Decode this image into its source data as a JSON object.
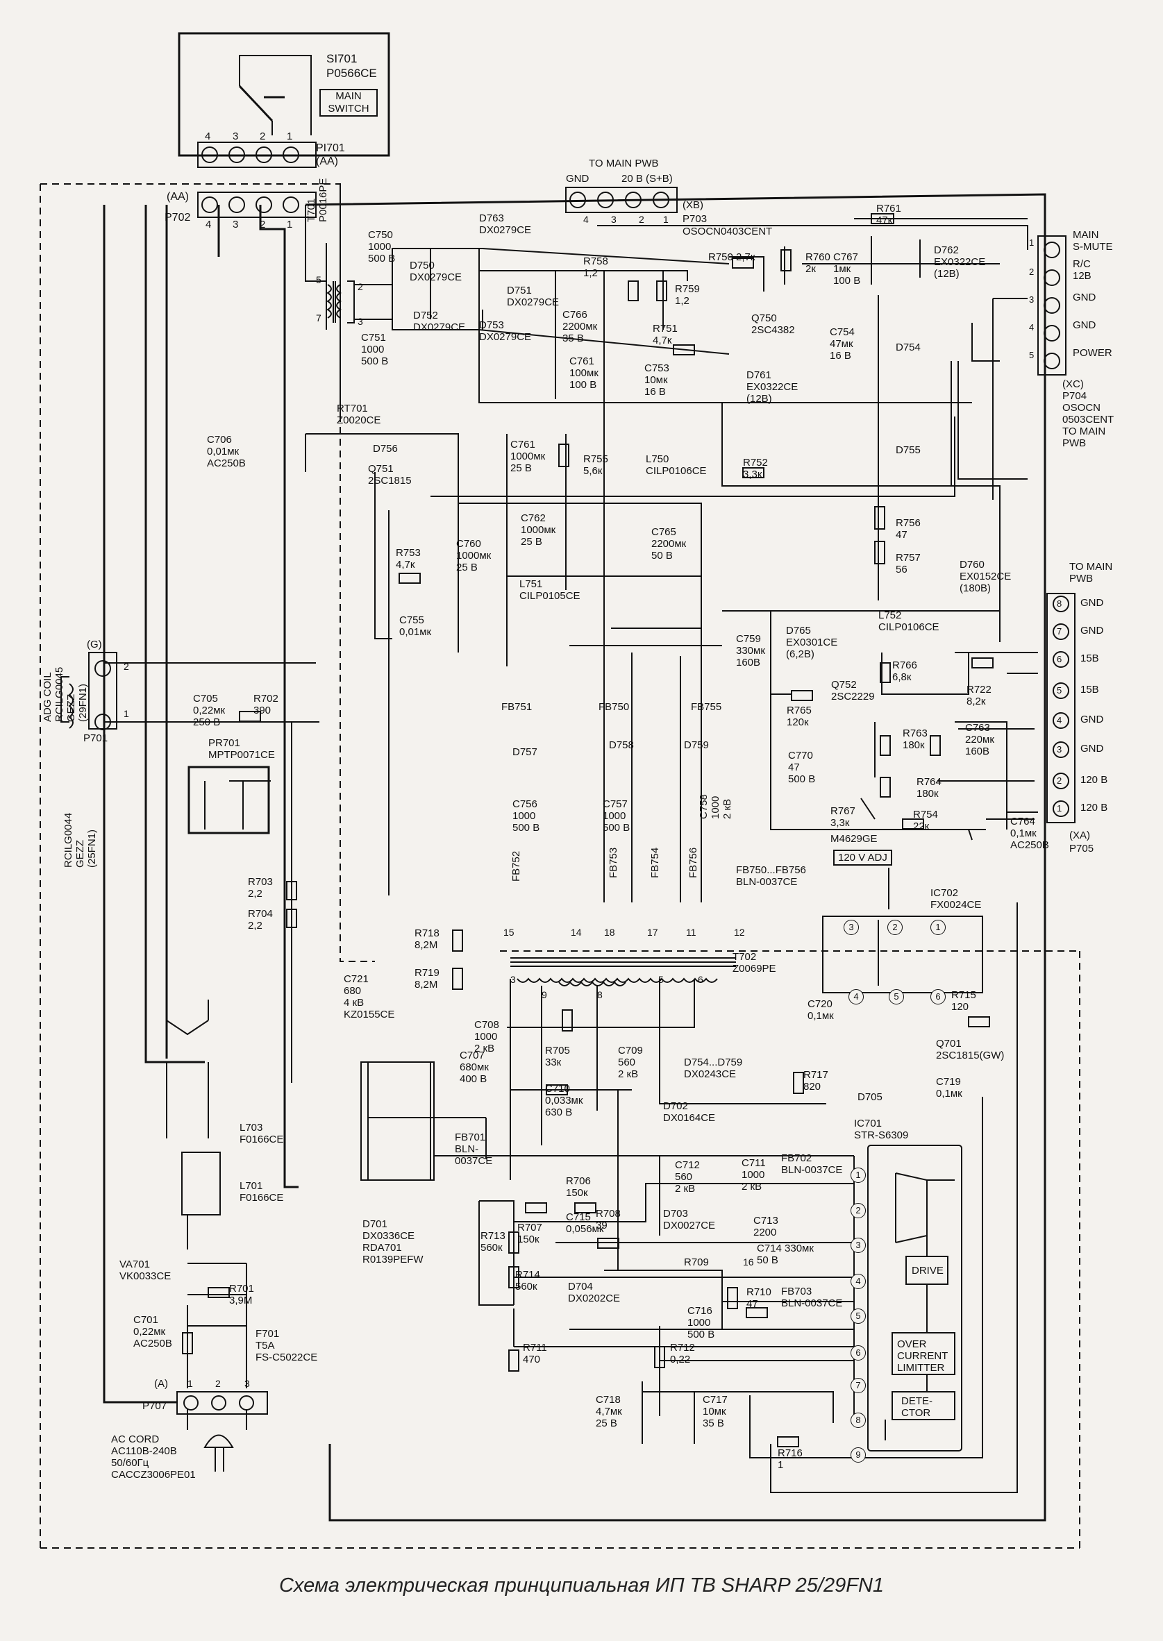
{
  "caption": "Схема электрическая принципиальная ИП ТВ SHARP 25/29FN1",
  "switch": {
    "ref": "SI701",
    "part": "P0566CE",
    "label1": "MAIN",
    "label2": "SWITCH"
  },
  "connectors": {
    "pi701": {
      "ref": "PI701",
      "tag": "(AA)",
      "pins": [
        "4",
        "3",
        "2",
        "1"
      ]
    },
    "p702": {
      "ref": "P702",
      "tag": "(AA)",
      "pins": [
        "4",
        "3",
        "2",
        "1"
      ]
    },
    "p703": {
      "title": "TO MAIN PWB",
      "gnd": "GND",
      "v20": "20 B (S+B)",
      "tag": "(XB)",
      "ref": "P703",
      "part": "OSOCN0403CENT",
      "pins": [
        "4",
        "3",
        "2",
        "1"
      ]
    },
    "p704": {
      "tag": "(XC)",
      "ref": "P704",
      "part1": "OSOCN",
      "part2": "0503CENT",
      "to1": "TO MAIN",
      "to2": "PWB",
      "pins": [
        {
          "n": "1",
          "l1": "MAIN",
          "l2": "S-MUTE"
        },
        {
          "n": "2",
          "l1": "R/C",
          "l2": "12B"
        },
        {
          "n": "3",
          "l1": "GND",
          "l2": ""
        },
        {
          "n": "4",
          "l1": "GND",
          "l2": ""
        },
        {
          "n": "5",
          "l1": "POWER",
          "l2": ""
        }
      ]
    },
    "p705": {
      "title1": "TO MAIN",
      "title2": "PWB",
      "tag": "(XA)",
      "ref": "P705",
      "pins": [
        {
          "n": "8",
          "l": "GND"
        },
        {
          "n": "7",
          "l": "GND"
        },
        {
          "n": "6",
          "l": "15B"
        },
        {
          "n": "5",
          "l": "15B"
        },
        {
          "n": "4",
          "l": "GND"
        },
        {
          "n": "3",
          "l": "GND"
        },
        {
          "n": "2",
          "l": "120 B"
        },
        {
          "n": "1",
          "l": "120 B"
        }
      ]
    },
    "p701": {
      "ref": "P701",
      "tag": "(G)",
      "pins": [
        "2",
        "1"
      ]
    },
    "p707": {
      "ref": "P707",
      "tag": "(A)",
      "pins": [
        "1",
        "2",
        "3"
      ]
    }
  },
  "components": [
    {
      "id": "t701",
      "lines": [
        "T701",
        "P0016PE"
      ],
      "rot": true
    },
    {
      "id": "c750",
      "lines": [
        "C750",
        "1000",
        "500 B"
      ]
    },
    {
      "id": "d750",
      "lines": [
        "D750",
        "DX0279CE"
      ]
    },
    {
      "id": "d763",
      "lines": [
        "D763",
        "DX0279CE"
      ]
    },
    {
      "id": "d751",
      "lines": [
        "D751",
        "DX0279CE"
      ]
    },
    {
      "id": "d752",
      "lines": [
        "D752",
        "DX0279CE"
      ]
    },
    {
      "id": "d753",
      "lines": [
        "D753",
        "DX0279CE"
      ]
    },
    {
      "id": "c751",
      "lines": [
        "C751",
        "1000",
        "500 B"
      ]
    },
    {
      "id": "r758",
      "lines": [
        "R758",
        "1,2"
      ]
    },
    {
      "id": "r759",
      "lines": [
        "R759",
        "1,2"
      ]
    },
    {
      "id": "c766",
      "lines": [
        "C766",
        "2200мк",
        "35 B"
      ]
    },
    {
      "id": "c761a",
      "lines": [
        "C761",
        "100мк",
        "100 B"
      ]
    },
    {
      "id": "r750",
      "lines": [
        "R750  2,7к"
      ]
    },
    {
      "id": "r760",
      "lines": [
        "R760",
        "2к"
      ]
    },
    {
      "id": "c767",
      "lines": [
        "C767",
        "1мк",
        "100 B"
      ]
    },
    {
      "id": "r761",
      "lines": [
        "R761",
        "47к"
      ]
    },
    {
      "id": "d762",
      "lines": [
        "D762",
        "EX0322CE",
        "(12B)"
      ]
    },
    {
      "id": "q750",
      "lines": [
        "Q750",
        "2SC4382"
      ]
    },
    {
      "id": "r751",
      "lines": [
        "R751",
        "4,7к"
      ]
    },
    {
      "id": "c753",
      "lines": [
        "C753",
        "10мк",
        "16 B"
      ]
    },
    {
      "id": "d761",
      "lines": [
        "D761",
        "EX0322CE",
        "(12B)"
      ]
    },
    {
      "id": "c754",
      "lines": [
        "C754",
        "47мк",
        "16 B"
      ]
    },
    {
      "id": "d754",
      "lines": [
        "D754"
      ]
    },
    {
      "id": "rt701",
      "lines": [
        "RT701",
        "Z0020CE"
      ]
    },
    {
      "id": "c706",
      "lines": [
        "C706",
        "0,01мк",
        "AC250B"
      ]
    },
    {
      "id": "d756",
      "lines": [
        "D756"
      ]
    },
    {
      "id": "q751",
      "lines": [
        "Q751",
        "2SC1815"
      ]
    },
    {
      "id": "c761b",
      "lines": [
        "C761",
        "1000мк",
        "25 B"
      ]
    },
    {
      "id": "r755",
      "lines": [
        "R755",
        "5,6к"
      ]
    },
    {
      "id": "l750",
      "lines": [
        "L750",
        "CILP0106CE"
      ]
    },
    {
      "id": "r752",
      "lines": [
        "R752",
        "3,3к"
      ]
    },
    {
      "id": "d755",
      "lines": [
        "D755"
      ]
    },
    {
      "id": "r753",
      "lines": [
        "R753",
        "4,7к"
      ]
    },
    {
      "id": "c760",
      "lines": [
        "C760",
        "1000мк",
        "25 B"
      ]
    },
    {
      "id": "c762",
      "lines": [
        "C762",
        "1000мк",
        "25 B"
      ]
    },
    {
      "id": "c765",
      "lines": [
        "C765",
        "2200мк",
        "50 B"
      ]
    },
    {
      "id": "r756",
      "lines": [
        "R756",
        "47"
      ]
    },
    {
      "id": "r757",
      "lines": [
        "R757",
        "56"
      ]
    },
    {
      "id": "c755",
      "lines": [
        "C755",
        "0,01мк"
      ]
    },
    {
      "id": "l751",
      "lines": [
        "L751",
        "CILP0105CE"
      ]
    },
    {
      "id": "d760",
      "lines": [
        "D760",
        "EX0152CE",
        "(180B)"
      ]
    },
    {
      "id": "l752",
      "lines": [
        "L752",
        "CILP0106CE"
      ]
    },
    {
      "id": "c759",
      "lines": [
        "C759",
        "330мк",
        "160B"
      ]
    },
    {
      "id": "d765",
      "lines": [
        "D765",
        "EX0301CE",
        "(6,2B)"
      ]
    },
    {
      "id": "r766",
      "lines": [
        "R766",
        "6,8к"
      ]
    },
    {
      "id": "q752",
      "lines": [
        "Q752",
        "2SC2229"
      ]
    },
    {
      "id": "r722",
      "lines": [
        "R722",
        "8,2к"
      ]
    },
    {
      "id": "r765",
      "lines": [
        "R765",
        "120к"
      ]
    },
    {
      "id": "c763",
      "lines": [
        "C763",
        "220мк",
        "160B"
      ]
    },
    {
      "id": "r763",
      "lines": [
        "R763",
        "180к"
      ]
    },
    {
      "id": "c770",
      "lines": [
        "C770",
        "47",
        "500 B"
      ]
    },
    {
      "id": "r764",
      "lines": [
        "R764",
        "180к"
      ]
    },
    {
      "id": "r767",
      "lines": [
        "R767",
        "3,3к"
      ]
    },
    {
      "id": "r754",
      "lines": [
        "R754",
        "22к"
      ]
    },
    {
      "id": "m4629",
      "lines": [
        "M4629GE"
      ]
    },
    {
      "id": "c764",
      "lines": [
        "C764",
        "0,1мк",
        "AC250B"
      ]
    },
    {
      "id": "adj",
      "lines": [
        "120 V ADJ"
      ]
    },
    {
      "id": "fb751",
      "lines": [
        "FB751"
      ]
    },
    {
      "id": "fb750",
      "lines": [
        "FB750"
      ]
    },
    {
      "id": "fb755",
      "lines": [
        "FB755"
      ]
    },
    {
      "id": "d757",
      "lines": [
        "D757"
      ]
    },
    {
      "id": "d758",
      "lines": [
        "D758"
      ]
    },
    {
      "id": "d759",
      "lines": [
        "D759"
      ]
    },
    {
      "id": "c756",
      "lines": [
        "C756",
        "1000",
        "500 B"
      ]
    },
    {
      "id": "c757",
      "lines": [
        "C757",
        "1000",
        "500 B"
      ]
    },
    {
      "id": "c758",
      "lines": [
        "C758",
        "1000",
        "2 кB"
      ],
      "rot": true
    },
    {
      "id": "fb752",
      "lines": [
        "FB752"
      ],
      "rot": true
    },
    {
      "id": "fb753",
      "lines": [
        "FB753"
      ],
      "rot": true
    },
    {
      "id": "fb754",
      "lines": [
        "FB754"
      ],
      "rot": true
    },
    {
      "id": "fb756",
      "lines": [
        "FB756"
      ],
      "rot": true
    },
    {
      "id": "fbnote",
      "lines": [
        "FB750...FB756",
        "BLN-0037CE"
      ]
    },
    {
      "id": "ic702",
      "lines": [
        "IC702",
        "FX0024CE"
      ]
    },
    {
      "id": "c705",
      "lines": [
        "C705",
        "0,22мк",
        "250 B"
      ]
    },
    {
      "id": "r702",
      "lines": [
        "R702",
        "390"
      ]
    },
    {
      "id": "pr701",
      "lines": [
        "PR701",
        "MPTP0071CE"
      ]
    },
    {
      "id": "adgcoil",
      "lines": [
        "ADG COIL",
        "RCILG0045",
        "GEZZ",
        "(29FN1)"
      ],
      "rot": true
    },
    {
      "id": "rcilg",
      "lines": [
        "RCILG0044",
        "GEZZ",
        "(25FN1)"
      ],
      "rot": true
    },
    {
      "id": "r703",
      "lines": [
        "R703",
        "2,2"
      ]
    },
    {
      "id": "r704",
      "lines": [
        "R704",
        "2,2"
      ]
    },
    {
      "id": "r718",
      "lines": [
        "R718",
        "8,2M"
      ]
    },
    {
      "id": "r719",
      "lines": [
        "R719",
        "8,2M"
      ]
    },
    {
      "id": "c721",
      "lines": [
        "C721",
        "680",
        "4 кB",
        "KZ0155CE"
      ]
    },
    {
      "id": "t702",
      "lines": [
        "T702",
        "Z0069PE"
      ]
    },
    {
      "id": "c720",
      "lines": [
        "C720",
        "0,1мк"
      ]
    },
    {
      "id": "r715",
      "lines": [
        "R715",
        "120"
      ]
    },
    {
      "id": "q701",
      "lines": [
        "Q701",
        "2SC1815(GW)"
      ]
    },
    {
      "id": "c719",
      "lines": [
        "C719",
        "0,1мк"
      ]
    },
    {
      "id": "r717",
      "lines": [
        "R717",
        "820"
      ]
    },
    {
      "id": "d705",
      "lines": [
        "D705"
      ]
    },
    {
      "id": "c708",
      "lines": [
        "C708",
        "1000",
        "2 кB"
      ]
    },
    {
      "id": "c709",
      "lines": [
        "C709",
        "560",
        "2 кB"
      ]
    },
    {
      "id": "r705",
      "lines": [
        "R705",
        "33к"
      ]
    },
    {
      "id": "c710",
      "lines": [
        "C710",
        "0,033мк",
        "630 B"
      ]
    },
    {
      "id": "d754n",
      "lines": [
        "D754...D759",
        "DX0243CE"
      ]
    },
    {
      "id": "c707",
      "lines": [
        "C707",
        "680мк",
        "400 B"
      ]
    },
    {
      "id": "fb701",
      "lines": [
        "FB701",
        "BLN-",
        "0037CE"
      ]
    },
    {
      "id": "d702",
      "lines": [
        "D702",
        "DX0164CE"
      ]
    },
    {
      "id": "ic701",
      "lines": [
        "IC701",
        "STR-S6309"
      ]
    },
    {
      "id": "l703",
      "lines": [
        "L703",
        "F0166CE"
      ]
    },
    {
      "id": "l701",
      "lines": [
        "L701",
        "F0166CE"
      ]
    },
    {
      "id": "d701",
      "lines": [
        "D701",
        "DX0336CE",
        "RDA701",
        "R0139PEFW"
      ]
    },
    {
      "id": "c712",
      "lines": [
        "C712",
        "560",
        "2 кB"
      ]
    },
    {
      "id": "c711",
      "lines": [
        "C711",
        "1000",
        "2 кB"
      ]
    },
    {
      "id": "fb702",
      "lines": [
        "FB702",
        "BLN-0037CE"
      ]
    },
    {
      "id": "r706",
      "lines": [
        "R706",
        "150к"
      ]
    },
    {
      "id": "r707",
      "lines": [
        "R707",
        "150к"
      ]
    },
    {
      "id": "c715",
      "lines": [
        "C715",
        "0,056мк"
      ]
    },
    {
      "id": "r708",
      "lines": [
        "R708",
        "39"
      ]
    },
    {
      "id": "d703",
      "lines": [
        "D703",
        "DX0027CE"
      ]
    },
    {
      "id": "c713",
      "lines": [
        "C713",
        "2200"
      ]
    },
    {
      "id": "r713",
      "lines": [
        "R713",
        "560к"
      ]
    },
    {
      "id": "r714",
      "lines": [
        "R714",
        "560к"
      ]
    },
    {
      "id": "d704",
      "lines": [
        "D704",
        "DX0202CE"
      ]
    },
    {
      "id": "r709",
      "lines": [
        "R709"
      ]
    },
    {
      "id": "c714",
      "lines": [
        "C714 330мк",
        "50 B"
      ]
    },
    {
      "id": "c716",
      "lines": [
        "C716",
        "1000",
        "500 B"
      ]
    },
    {
      "id": "r710",
      "lines": [
        "R710",
        "47"
      ]
    },
    {
      "id": "fb703",
      "lines": [
        "FB703",
        "BLN-0037CE"
      ]
    },
    {
      "id": "r711",
      "lines": [
        "R711",
        "470"
      ]
    },
    {
      "id": "r712",
      "lines": [
        "R712",
        "0,22"
      ]
    },
    {
      "id": "c718",
      "lines": [
        "C718",
        "4,7мк",
        "25 B"
      ]
    },
    {
      "id": "c717",
      "lines": [
        "C717",
        "10мк",
        "35 B"
      ]
    },
    {
      "id": "r716",
      "lines": [
        "R716",
        "1"
      ]
    },
    {
      "id": "va701",
      "lines": [
        "VA701",
        "VK0033CE"
      ]
    },
    {
      "id": "r701",
      "lines": [
        "R701",
        "3,9M"
      ]
    },
    {
      "id": "c701",
      "lines": [
        "C701",
        "0,22мк",
        "AC250B"
      ]
    },
    {
      "id": "f701",
      "lines": [
        "F701",
        "T5A",
        "FS-C5022CE"
      ]
    },
    {
      "id": "accord",
      "lines": [
        "AC CORD",
        "AC110B-240B",
        "50/60Гц",
        "CACCZ3006PE01"
      ]
    },
    {
      "id": "drive",
      "lines": [
        "DRIVE"
      ]
    },
    {
      "id": "overcur",
      "lines": [
        "OVER",
        "CURRENT",
        "LIMITTER"
      ]
    },
    {
      "id": "detector",
      "lines": [
        "DETE-",
        "CTOR"
      ]
    }
  ],
  "pin_numbers": {
    "t701": [
      "5",
      "7",
      "2",
      "3"
    ],
    "t702": [
      "15",
      "14",
      "18",
      "17",
      "11",
      "12",
      "3",
      "9",
      "8",
      "5",
      "6"
    ],
    "ic701": [
      "1",
      "2",
      "3",
      "4",
      "5",
      "6",
      "7",
      "8",
      "9"
    ],
    "ic702": [
      "3",
      "2",
      "1",
      "4",
      "5",
      "6"
    ],
    "d709": "16"
  },
  "colors": {
    "ink": "#111111",
    "paper": "#f4f2ee"
  }
}
